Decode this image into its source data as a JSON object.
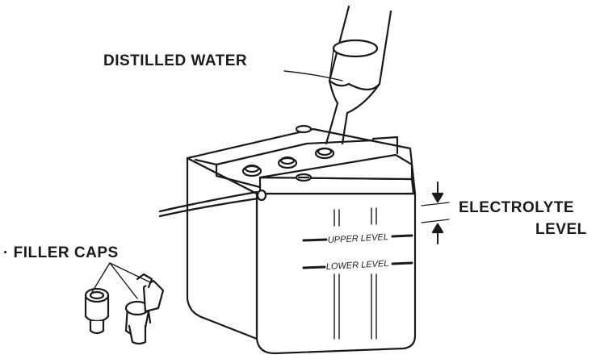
{
  "labels": {
    "distilled_water": "DISTILLED WATER",
    "electrolyte_line1": "ELECTROLYTE",
    "electrolyte_line2": "LEVEL",
    "filler_caps": "· FILLER CAPS"
  },
  "battery_marks": {
    "upper": "UPPER LEVEL",
    "lower": "LOWER LEVEL"
  }
}
